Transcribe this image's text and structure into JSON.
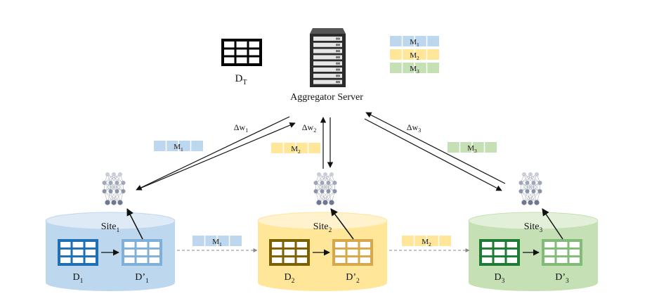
{
  "server": {
    "label": "Aggregator Server"
  },
  "target_table": {
    "label": "D",
    "sub": "T"
  },
  "legend": [
    {
      "label": "M",
      "sub": "1",
      "color": "#bdd7ee"
    },
    {
      "label": "M",
      "sub": "2",
      "color": "#ffe699"
    },
    {
      "label": "M",
      "sub": "3",
      "color": "#c5e0b4"
    }
  ],
  "updates": [
    {
      "label": "Δw",
      "sub": "1"
    },
    {
      "label": "Δw",
      "sub": "2"
    },
    {
      "label": "Δw",
      "sub": "3"
    }
  ],
  "model_tags": [
    {
      "label": "M",
      "sub": "1",
      "color": "#bdd7ee"
    },
    {
      "label": "M",
      "sub": "2",
      "color": "#ffe699"
    },
    {
      "label": "M",
      "sub": "3",
      "color": "#c5e0b4"
    }
  ],
  "transfer_tags": [
    {
      "label": "M",
      "sub": "1",
      "color": "#bdd7ee"
    },
    {
      "label": "M",
      "sub": "2",
      "color": "#ffe699"
    }
  ],
  "sites": [
    {
      "label": "Site",
      "sub": "1",
      "raw_label": "D",
      "raw_sub": "1",
      "syn_label": "D’",
      "syn_sub": "1",
      "color": "#bdd7ee",
      "top_color": "#deebf7",
      "raw_color": "#1f6fb5",
      "syn_color": "#7fb0da"
    },
    {
      "label": "Site",
      "sub": "2",
      "raw_label": "D",
      "raw_sub": "2",
      "syn_label": "D’",
      "syn_sub": "2",
      "color": "#ffe699",
      "top_color": "#fff2cc",
      "raw_color": "#7f6000",
      "syn_color": "#d6a84a"
    },
    {
      "label": "Site",
      "sub": "3",
      "raw_label": "D",
      "raw_sub": "3",
      "syn_label": "D’",
      "syn_sub": "3",
      "color": "#c5e0b4",
      "top_color": "#e2f0d9",
      "raw_color": "#1e7b34",
      "syn_color": "#82bb78"
    }
  ]
}
